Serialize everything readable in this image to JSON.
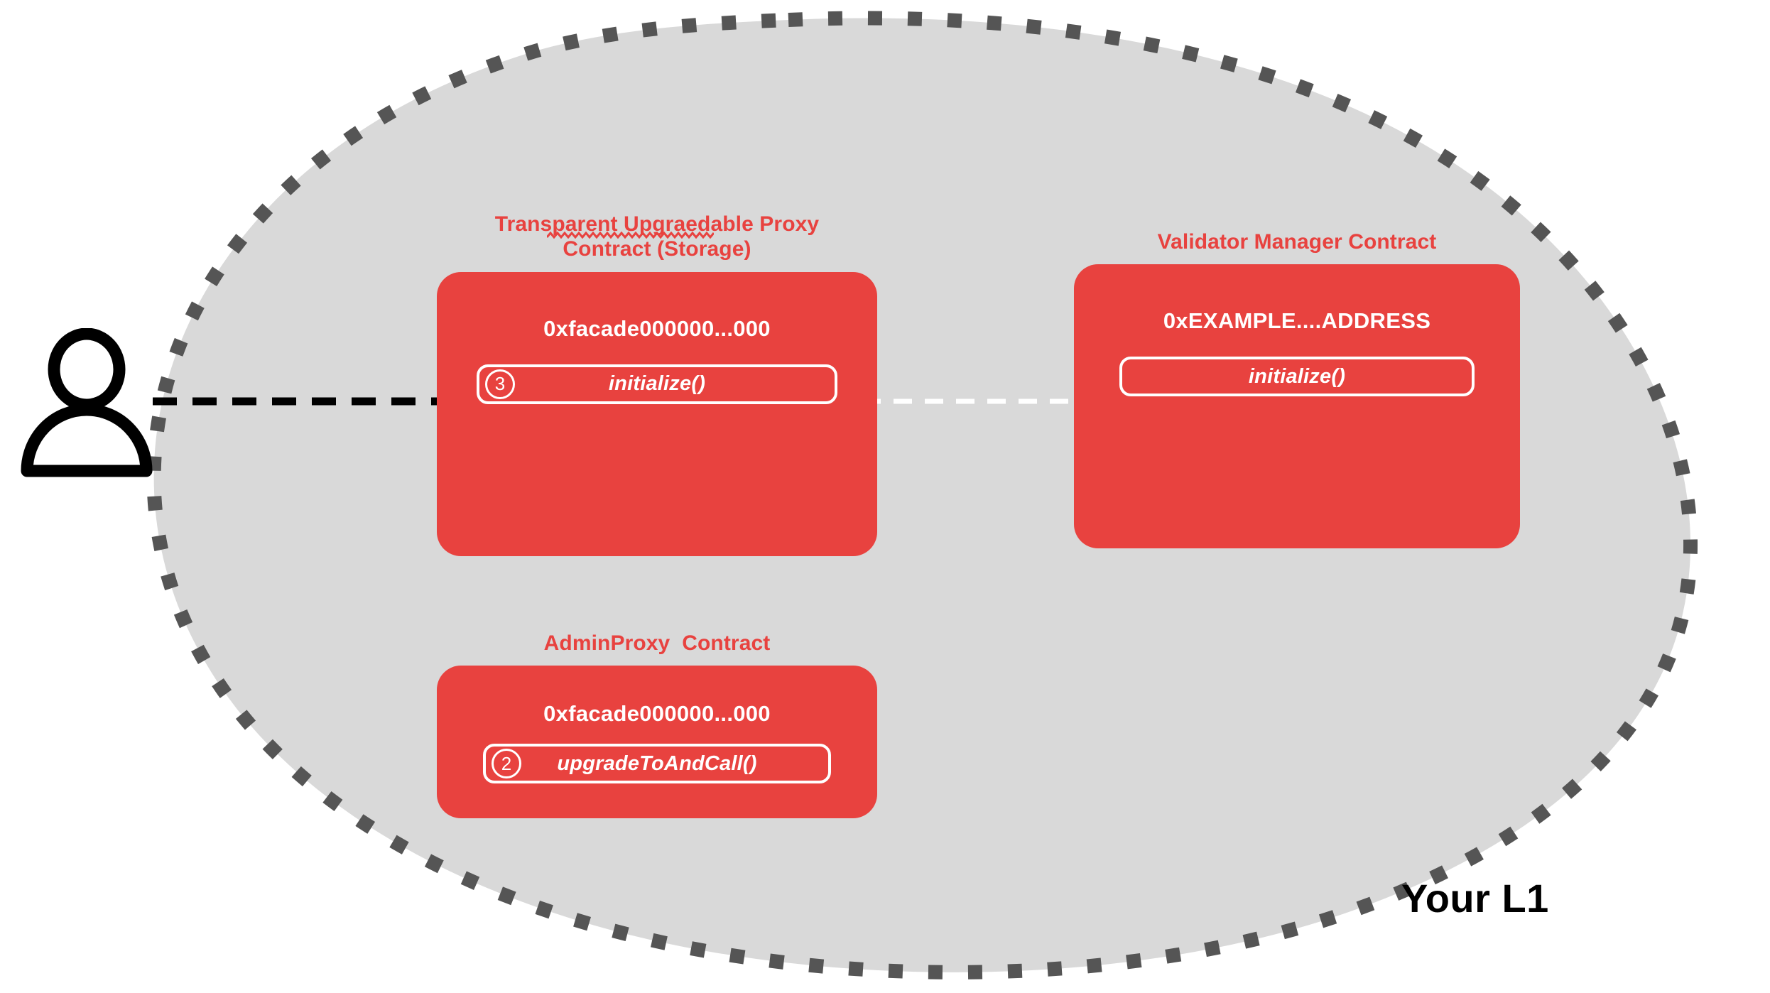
{
  "region": {
    "label": "Your L1",
    "fill_color": "#D9D9D9",
    "border_color": "#555555",
    "border_style": "dashed"
  },
  "actor": {
    "icon": "user-person-icon",
    "color": "#000000"
  },
  "theme": {
    "contract_red": "#E8423F",
    "text_on_red": "#FFFFFF",
    "canvas": "#FFFFFF"
  },
  "connections": [
    {
      "name": "user-to-proxy",
      "from": "user",
      "to": "transparent-upgradeable-proxy-initialize",
      "style": "dashed",
      "color": "#000000",
      "arrowhead": "solid"
    },
    {
      "name": "proxy-to-validator-manager",
      "from": "transparent-upgradeable-proxy-initialize",
      "to": "validator-manager-initialize",
      "style": "dashed",
      "color": "#FFFFFF",
      "arrowhead": "open"
    }
  ],
  "contracts": [
    {
      "id": "transparent-upgradeable-proxy",
      "title": "Transparent Upgraedable Proxy\nContract (Storage)",
      "title_misspelled_word": "Upgraedable",
      "address": "0xfacade000000...000",
      "methods": [
        {
          "step": "3",
          "label": "initialize()"
        }
      ]
    },
    {
      "id": "validator-manager",
      "title": "Validator Manager Contract",
      "address": "0xEXAMPLE....ADDRESS",
      "methods": [
        {
          "step": "",
          "label": "initialize()"
        }
      ]
    },
    {
      "id": "admin-proxy",
      "title": "AdminProxy  Contract",
      "address": "0xfacade000000...000",
      "methods": [
        {
          "step": "2",
          "label": "upgradeToAndCall()"
        }
      ]
    }
  ]
}
